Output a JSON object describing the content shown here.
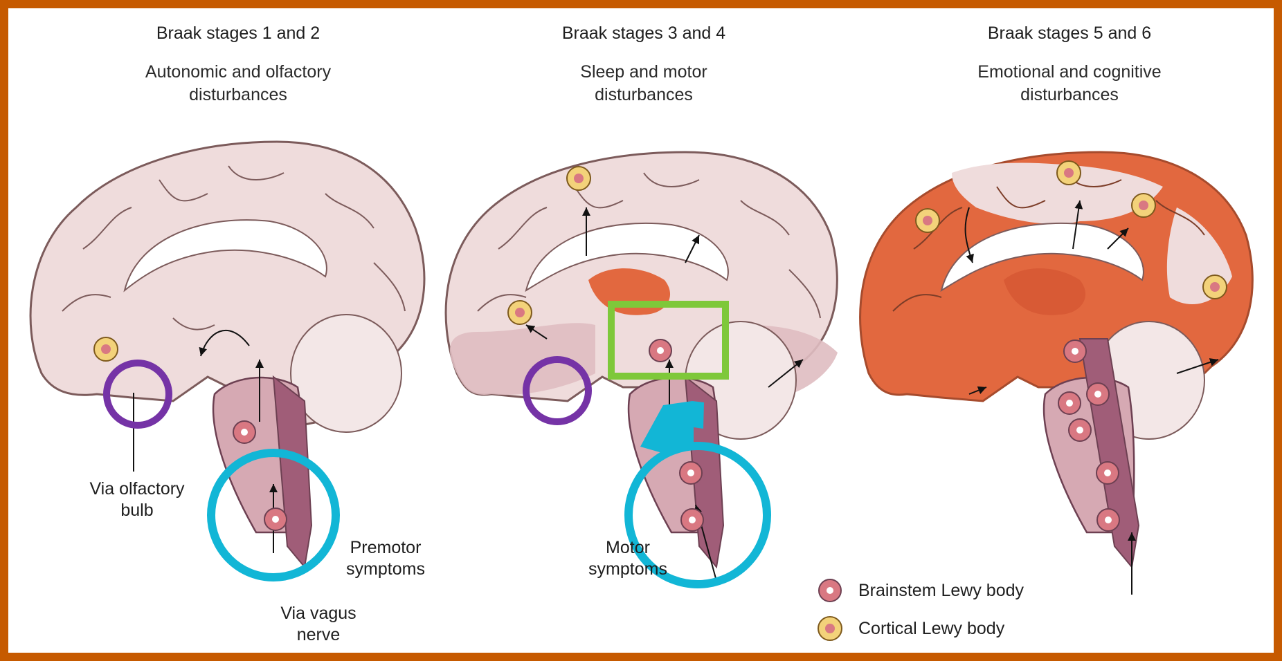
{
  "stages": [
    {
      "title": "Braak stages 1 and 2",
      "subtitle_line1": "Autonomic and olfactory",
      "subtitle_line2": "disturbances"
    },
    {
      "title": "Braak stages 3 and 4",
      "subtitle_line1": "Sleep and motor",
      "subtitle_line2": "disturbances"
    },
    {
      "title": "Braak stages 5 and 6",
      "subtitle_line1": "Emotional and cognitive",
      "subtitle_line2": "disturbances"
    }
  ],
  "labels": {
    "olfactory_line1": "Via olfactory",
    "olfactory_line2": "bulb",
    "premotor_line1": "Premotor",
    "premotor_line2": "symptoms",
    "vagus_line1": "Via vagus",
    "vagus_line2": "nerve",
    "motor_line1": "Motor",
    "motor_line2": "symptoms"
  },
  "legend": {
    "brainstem": "Brainstem Lewy body",
    "cortical": "Cortical Lewy body"
  },
  "colors": {
    "frame": "#c65a00",
    "brain_fill": "#efdcdc",
    "lewy_spread": "#e2683f",
    "brainstem": "#b57486",
    "highlight_circle_cyan": "#12b6d6",
    "highlight_circle_purple": "#7533a6",
    "highlight_box_green": "#7ec83a"
  }
}
